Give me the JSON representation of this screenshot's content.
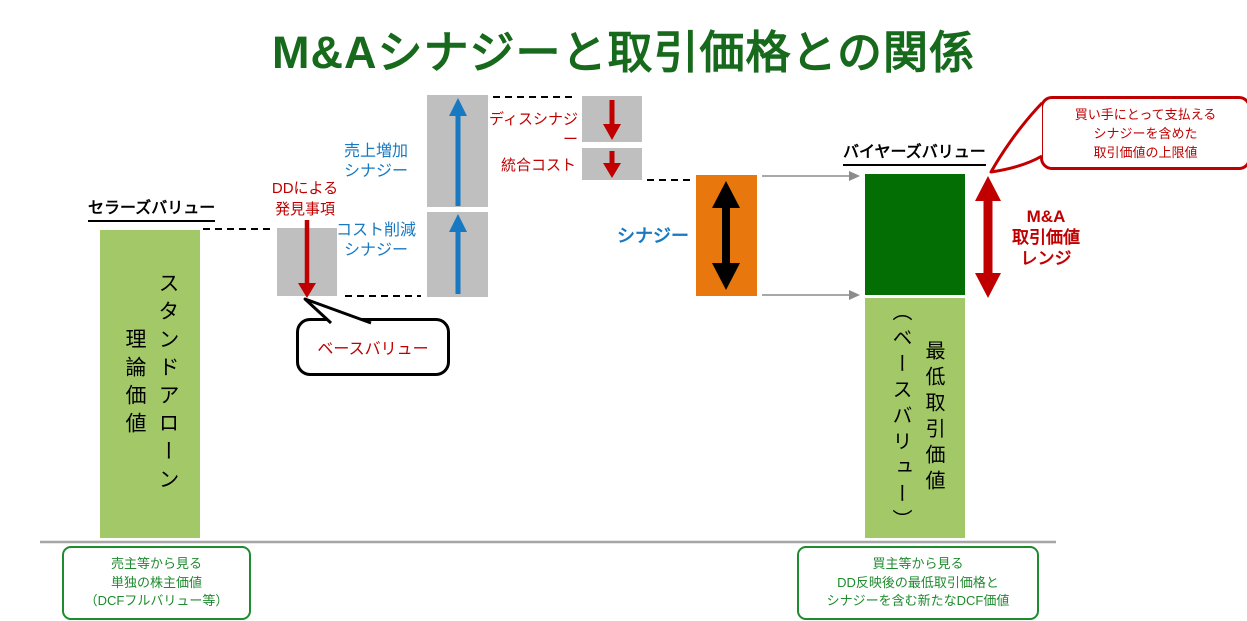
{
  "title": "M&Aシナジーと取引価格との関係",
  "seller": {
    "heading": "セラーズバリュー",
    "bar_text": "スタンドアローン\n理論価値",
    "note": "売主等から見る\n単独の株主価値\n（DCFフルバリュー等）"
  },
  "waterfall": {
    "dd_label": "DDによる\n発見事項",
    "base_value_callout": "ベースバリュー",
    "sales_synergy_label": "売上増加\nシナジー",
    "cost_synergy_label": "コスト削減\nシナジー",
    "dis_synergy_label": "ディスシナジー",
    "integration_cost_label": "統合コスト",
    "synergy_label": "シナジー"
  },
  "buyer": {
    "heading": "バイヤーズバリュー",
    "bar_text": "最低取引価値\n（ベースバリュー）",
    "upper_limit_callout": "買い手にとって支払える\nシナジーを含めた\n取引価値の上限値",
    "range_label": "M&A\n取引価値\nレンジ",
    "note": "買主等から見る\nDD反映後の最低取引価格と\nシナジーを含む新たなDCF価値"
  },
  "colors": {
    "title_green": "#17691c",
    "bar_light_green": "#A2C868",
    "buyer_dark_green": "#036E03",
    "synergy_orange": "#E8770D",
    "box_gray": "#BFBFBF",
    "accent_red": "#C00000",
    "accent_blue": "#1779C2",
    "note_green": "#1F8B2F",
    "connector_gray": "#8C8C8C"
  }
}
